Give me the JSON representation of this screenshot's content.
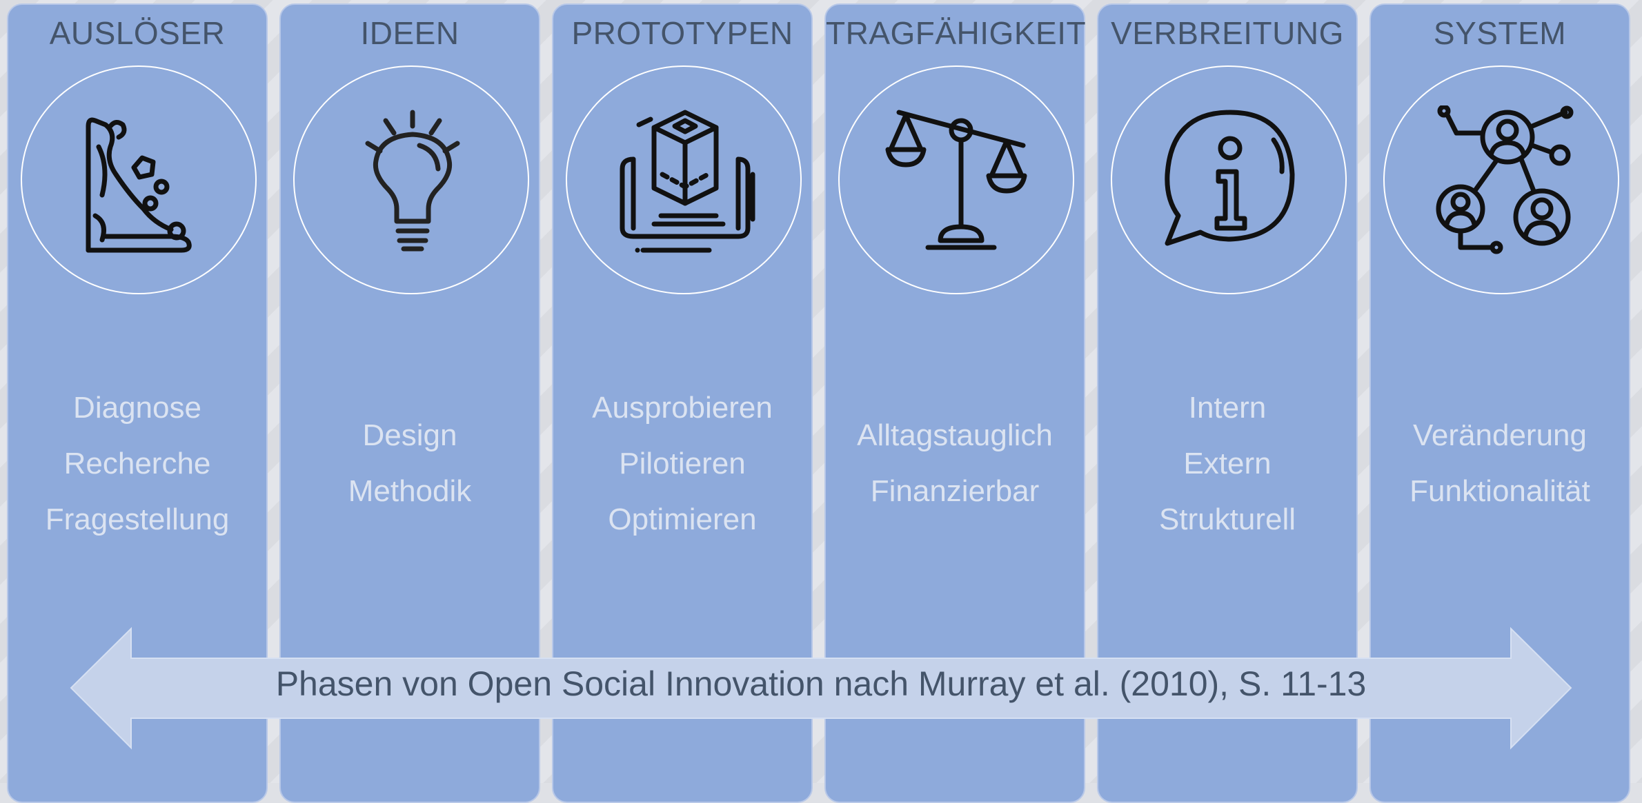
{
  "columns": [
    {
      "title": "AUSLÖSER",
      "icon": "cliff-rockfall-icon",
      "keywords": [
        "Diagnose",
        "Recherche",
        "Fragestellung"
      ]
    },
    {
      "title": "IDEEN",
      "icon": "lightbulb-icon",
      "keywords": [
        "Design",
        "Methodik"
      ]
    },
    {
      "title": "PROTOTYPEN",
      "icon": "prototype-cube-blueprint-icon",
      "keywords": [
        "Ausprobieren",
        "Pilotieren",
        "Optimieren"
      ]
    },
    {
      "title": "TRAGFÄHIGKEIT",
      "icon": "balance-scale-icon",
      "keywords": [
        "Alltagstauglich",
        "Finanzierbar"
      ]
    },
    {
      "title": "VERBREITUNG",
      "icon": "info-speech-bubble-icon",
      "keywords": [
        "Intern",
        "Extern",
        "Strukturell"
      ]
    },
    {
      "title": "SYSTEM",
      "icon": "people-network-icon",
      "keywords": [
        "Veränderung",
        "Funktionalität"
      ]
    }
  ],
  "arrow": {
    "caption": "Phasen von Open Social Innovation nach Murray et al. (2010), S. 11-13"
  },
  "colors": {
    "column_fill": "#8eaadb",
    "arrow_fill": "#c5d2ea",
    "title_text": "#44546a",
    "keyword_text": "#dbe3f1"
  }
}
